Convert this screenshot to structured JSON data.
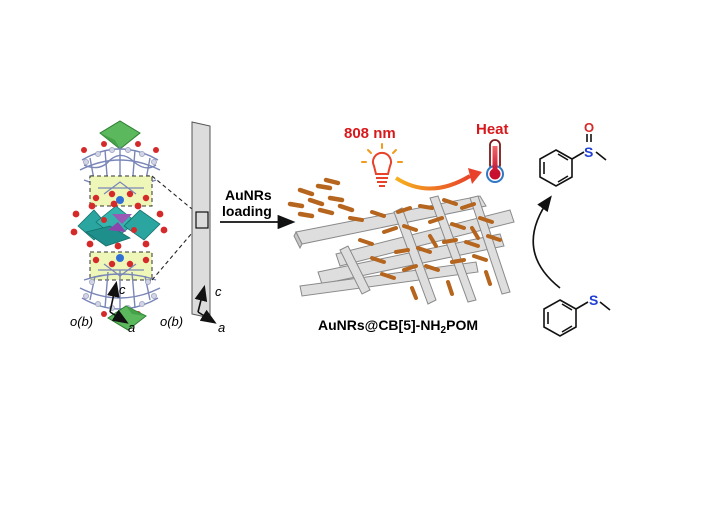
{
  "left_panel": {
    "axis_origin_1": "o(b)",
    "axis_c_1": "c",
    "axis_a_1": "a",
    "axis_origin_2": "o(b)",
    "axis_c_2": "c",
    "axis_a_2": "a"
  },
  "process_arrow": {
    "label_line1": "AuNRs",
    "label_line2": "loading"
  },
  "photothermal": {
    "wavelength": "808 nm",
    "heat_label": "Heat",
    "product_label": "AuNRs@CB[5]-NH",
    "product_label_sub": "2",
    "product_label_end": "POM"
  },
  "reaction": {
    "product_heteroatom_s": "S",
    "product_heteroatom_o": "O",
    "reactant_heteroatom_s": "S"
  },
  "colors": {
    "wavelength_text": "#d7191c",
    "heat_text": "#d7191c",
    "rods": "#b5651d",
    "sheets": "#dedede",
    "oxygen": "#d42a2a",
    "sulfur": "#1f3fd6",
    "polyhedra_green": "#5cb85c",
    "polyhedra_teal": "#2aa5a0",
    "highlight_box": "#eef7b8"
  }
}
